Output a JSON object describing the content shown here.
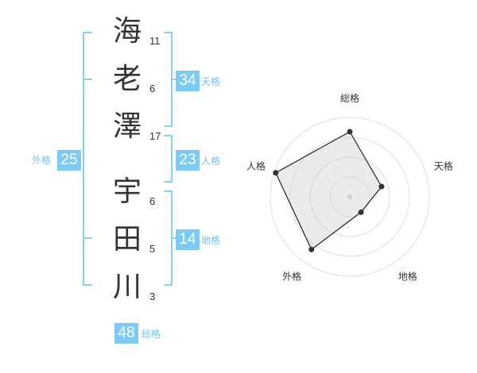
{
  "name": {
    "chars": [
      {
        "char": "海",
        "strokes": "11"
      },
      {
        "char": "老",
        "strokes": "6"
      },
      {
        "char": "澤",
        "strokes": "17"
      },
      {
        "char": "宇",
        "strokes": "6"
      },
      {
        "char": "田",
        "strokes": "5"
      },
      {
        "char": "川",
        "strokes": "3"
      }
    ]
  },
  "kakusu": {
    "tenkaku": {
      "value": "34",
      "label": "天格"
    },
    "jinkaku": {
      "value": "23",
      "label": "人格"
    },
    "chikaku": {
      "value": "14",
      "label": "地格"
    },
    "gaikaku": {
      "value": "25",
      "label": "外格"
    },
    "soukaku": {
      "value": "48",
      "label": "総格"
    }
  },
  "colors": {
    "accent": "#7ccbf5",
    "bracket": "#8dcff4",
    "label": "#6fc3ef",
    "radar_fill": "#ececec",
    "radar_ring": "#dddddd"
  },
  "chart_data": {
    "type": "radar",
    "axes": [
      "総格",
      "天格",
      "地格",
      "外格",
      "人格"
    ],
    "values": [
      0.82,
      0.42,
      0.24,
      0.82,
      0.98
    ],
    "max": 1,
    "rings": 4
  }
}
